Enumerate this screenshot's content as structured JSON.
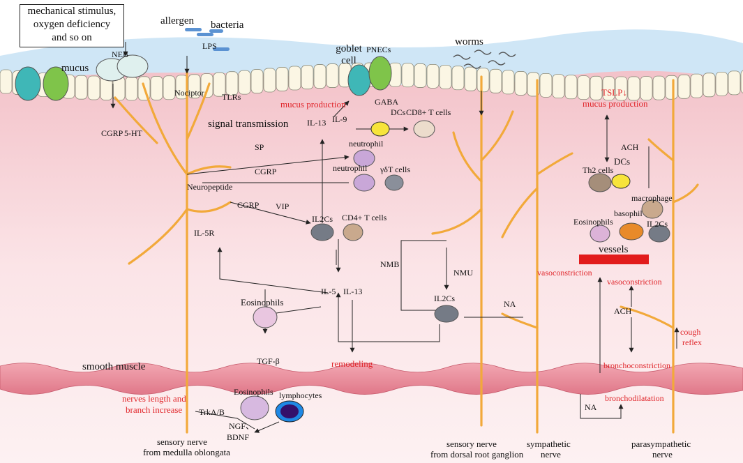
{
  "top_box": {
    "line1": "mechanical stimulus,",
    "line2": "oxygen deficiency",
    "line3": "and so on"
  },
  "top": {
    "allergen": "allergen",
    "bacteria": "bacteria",
    "lps": "LPS",
    "neb": "NEB",
    "mucus": "mucus",
    "goblet_cell": "goblet cell",
    "pnecs": "PNECs",
    "worms": "worms",
    "nociptor": "Nociptor",
    "tlrs": "TLRs",
    "gaba": "GABA",
    "mucus_production": "mucus production",
    "dcs": "DCs",
    "il13": "IL-13",
    "il9": "IL-9",
    "cd8": "CD8+ T cells",
    "cgrp": "CGRP",
    "ht5": "5-HT",
    "signal": "signal transmission"
  },
  "middle": {
    "sp": "SP",
    "neutrophil1": "neutrophil",
    "cgrp": "CGRP",
    "neutrophil2": "neutrophil",
    "gdt": "γδT cells",
    "neuropeptide": "Neuropeptide",
    "cgrp2": "CGRP",
    "vip": "VIP",
    "il2cs": "IL2Cs",
    "cd4": "CD4+ T cells",
    "il5r": "IL-5R",
    "il5": "IL-5",
    "il13": "IL-13",
    "eosinophils": "Eosinophils",
    "tgf": "TGF-β",
    "remodeling": "remodeling",
    "nmb": "NMB",
    "nmu": "NMU",
    "il2cs2": "IL2Cs",
    "na": "NA"
  },
  "right": {
    "tslp": "TSLP↓",
    "mucus_prod": "mucus production",
    "ach": "ACH",
    "dcs": "DCs",
    "th2": "Th2 cells",
    "macrophage": "macrophage",
    "basophil": "basophil",
    "eosinophils": "Eosinophils",
    "il2cs": "IL2Cs",
    "vessels": "vessels",
    "vasoconstriction1": "vasoconstriction",
    "vasoconstriction2": "vasoconstriction",
    "ach2": "ACH",
    "cough1": "cough",
    "cough2": "reflex",
    "bronchoconstriction": "bronchoconstriction",
    "bronchodilatation": "bronchodilatation",
    "na": "NA"
  },
  "bottom": {
    "smooth_muscle": "smooth muscle",
    "nerves1": "nerves length and",
    "nerves2": "branch increase",
    "trka": "TrkA/B",
    "eosinophils": "Eosinophils",
    "lymphocytes": "lymphocytes",
    "ngf": "NGF、",
    "bdnf": "BDNF",
    "sensory1a": "sensory nerve",
    "sensory1b": "from medulla oblongata",
    "sensory2a": "sensory nerve",
    "sensory2b": "from dorsal root ganglion",
    "symp1": "sympathetic",
    "symp2": "nerve",
    "para1": "parasympathetic",
    "para2": "nerve"
  },
  "colors": {
    "red_text": "#e0262b",
    "nerve": "#f6b63c",
    "tissue": "#f7d3d8",
    "mucus_layer": "#cfe6f6",
    "smooth_muscle": "#ec8a98"
  }
}
